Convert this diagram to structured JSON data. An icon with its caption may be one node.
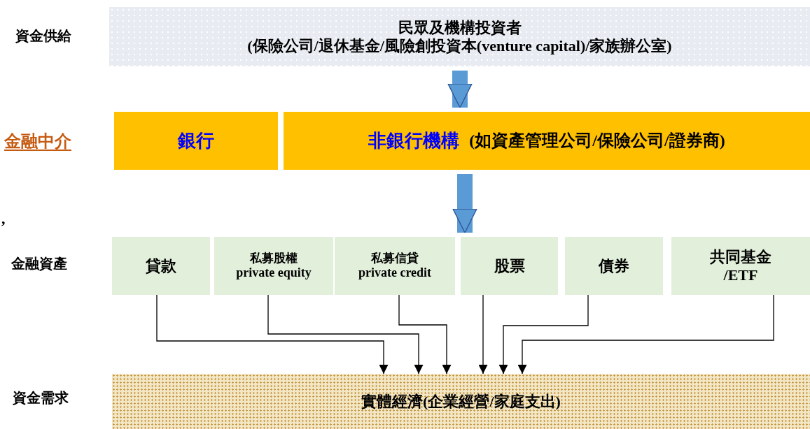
{
  "diagram": {
    "nodes": [
      {
        "text": [
          "民眾及機構投資者",
          "(保險公司/退休基金/風險創投資本(venture capital)/家族辦公室)"
        ]
      },
      {
        "text": [
          "銀行"
        ]
      },
      {
        "text": [
          "非銀行機構",
          "(如資產管理公司/保險公司/證券商)"
        ]
      },
      {
        "text": [
          "貸款"
        ]
      },
      {
        "text": [
          "私募股權",
          "private equity"
        ]
      },
      {
        "text": [
          "私募信貸",
          "private credit"
        ]
      },
      {
        "text": [
          "股票"
        ]
      },
      {
        "text": [
          "債券"
        ]
      },
      {
        "text": [
          "共同基金 /ETF"
        ]
      },
      {
        "text": [
          "實體經濟(企業經營/家庭支出)"
        ]
      }
    ],
    "edges": [
      {
        "from": 0,
        "to": 2,
        "arrow": "to",
        "style": "thick",
        "color": "#5b9bd5"
      },
      {
        "from": 2,
        "to": 6,
        "arrow": "to",
        "style": "thick",
        "color": "#5b9bd5"
      },
      {
        "from": 3,
        "to": 9,
        "arrow": "to"
      },
      {
        "from": 4,
        "to": 9,
        "arrow": "to"
      },
      {
        "from": 5,
        "to": 9,
        "arrow": "to"
      },
      {
        "from": 6,
        "to": 9,
        "arrow": "to"
      },
      {
        "from": 7,
        "to": 9,
        "arrow": "to"
      },
      {
        "from": 8,
        "to": 9,
        "arrow": "to"
      }
    ],
    "labels": [
      "資金供給",
      "金融中介",
      ",",
      "金融資產",
      "資金需求"
    ]
  }
}
